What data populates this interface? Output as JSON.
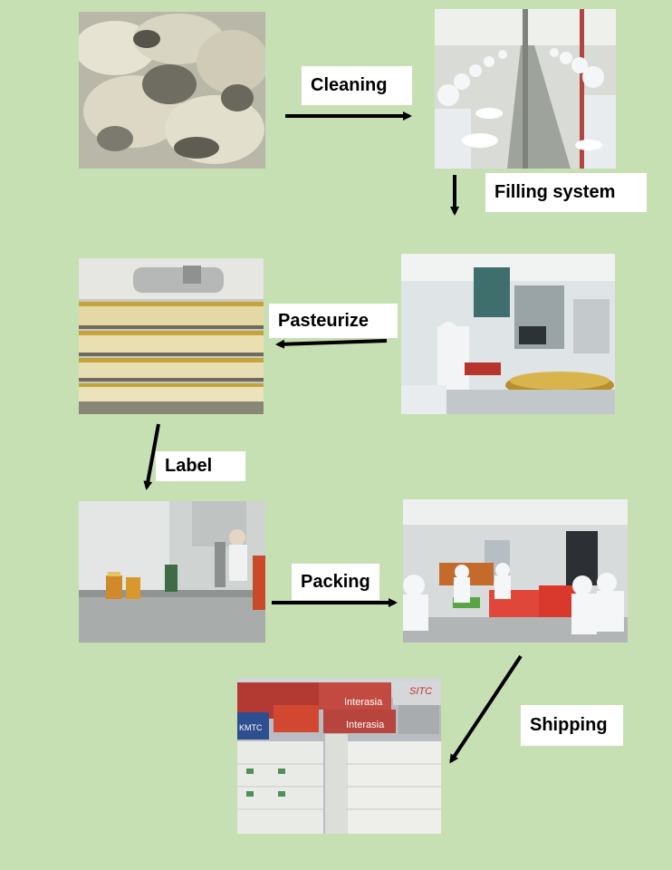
{
  "steps": {
    "cleaning": "Cleaning",
    "filling": "Filling system",
    "pasteurize": "Pasteurize",
    "label": "Label",
    "packing": "Packing",
    "shipping": "Shipping"
  },
  "photos": {
    "raw_nests": "raw-bird-nests-photo",
    "cleaning_room": "cleaning-workers-photo",
    "filling_machine": "filling-machine-photo",
    "pasteurize_racks": "pasteurize-racks-photo",
    "labeling_line": "labeling-line-photo",
    "packing_room": "packing-workers-photo",
    "shipping_yard": "shipping-container-yard-photo"
  },
  "photo_text": {
    "container_brand_1": "Interasia",
    "container_brand_2": "Interasia",
    "container_brand_3": "SITC",
    "container_brand_4": "KMTC"
  },
  "colors": {
    "background": "#c6e0b4",
    "label_bg": "#ffffff",
    "arrow": "#000000"
  }
}
